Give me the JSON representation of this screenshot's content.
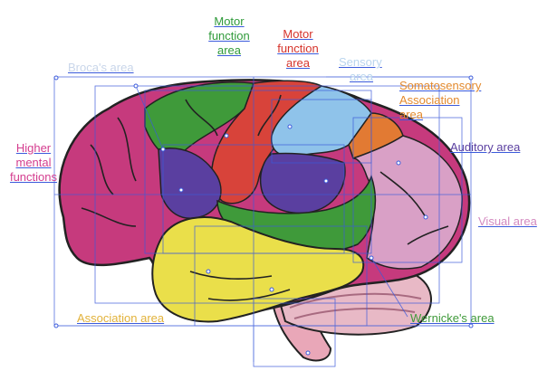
{
  "labels": {
    "motor_function_green": [
      "Motor",
      "function",
      "area"
    ],
    "motor_function_red": [
      "Motor",
      "function",
      "area"
    ],
    "brocas_area": "Broca's area",
    "sensory_area": [
      "Sensory",
      "area"
    ],
    "somatosensory": [
      "Somatosensory",
      "Association",
      "area"
    ],
    "higher_mental": [
      "Higher",
      "mental",
      "functions"
    ],
    "auditory_area": "Auditory area",
    "visual_area": "Visual area",
    "association_area": "Association area",
    "wernickes_area": "Wernicke's area"
  },
  "colors": {
    "frontal_magenta": "#c63a7d",
    "motor_green": "#3f9a3a",
    "motor_red": "#d8433a",
    "sensory_blue": "#8fc3ea",
    "somato_orange": "#e27a33",
    "purple": "#5a3fa0",
    "temporal_yellow": "#eadf4a",
    "occipital_pink": "#d9a0c6",
    "cerebellum": "#e8b9c6",
    "brainstem": "#e9a7b8",
    "guide_lines": "#3b5bdb"
  }
}
